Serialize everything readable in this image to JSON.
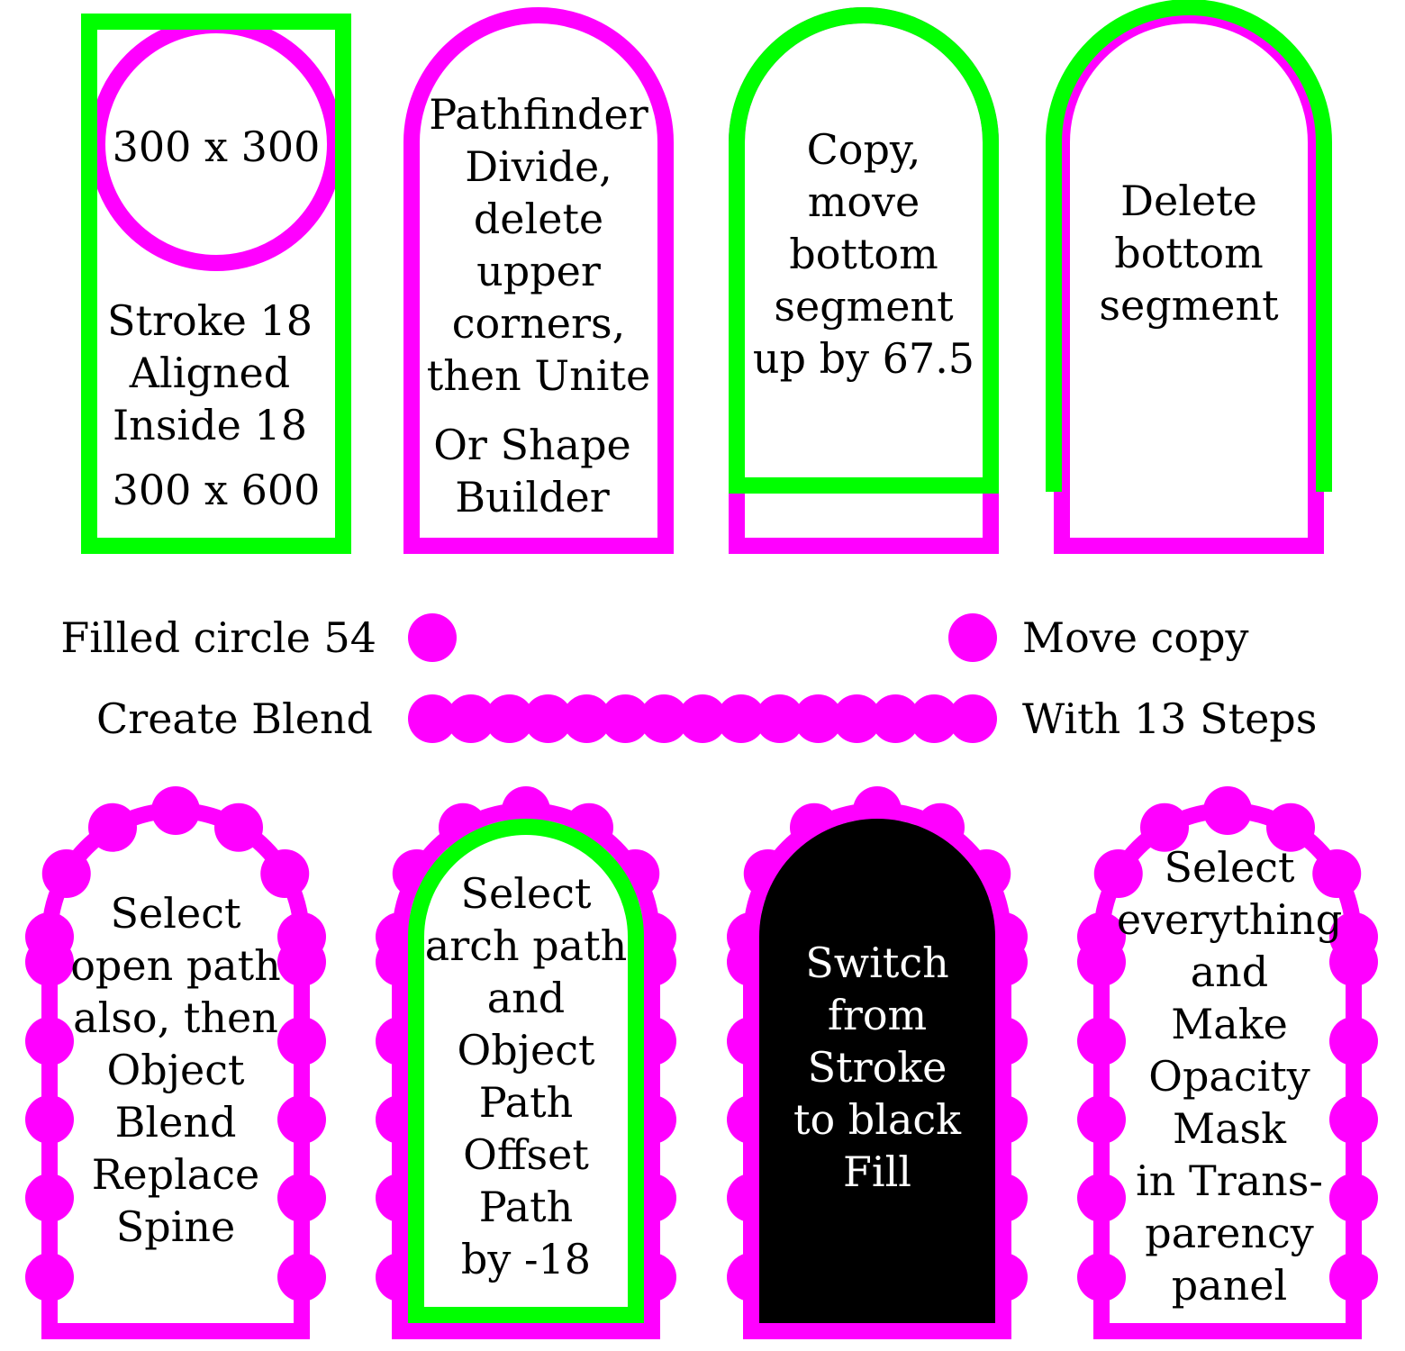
{
  "colors": {
    "magenta": "#ff00ff",
    "green": "#00ff00",
    "black": "#000000",
    "white": "#ffffff"
  },
  "top_row": {
    "step1": {
      "circle_label": "300 x 300",
      "stroke_label": "Stroke 18\nAligned\nInside 18",
      "rect_label": "300 x 600"
    },
    "step2": {
      "label": "Pathfinder\nDivide,\ndelete\nupper\ncorners,\nthen Unite",
      "alt_label": "Or Shape\nBuilder"
    },
    "step3": {
      "label": "Copy,\nmove\nbottom\nsegment\nup by 67.5"
    },
    "step4": {
      "label": "Delete\nbottom\nsegment"
    }
  },
  "middle_row": {
    "filled_circle_label": "Filled circle 54",
    "move_copy_label": "Move copy",
    "create_blend_label": "Create Blend",
    "steps_label": "With 13 Steps",
    "blend_steps": 13
  },
  "bottom_row": {
    "step5": {
      "label": "Select\nopen path\nalso, then\nObject\nBlend\nReplace\nSpine"
    },
    "step6": {
      "label": "Select\narch path\nand\nObject\nPath\nOffset\nPath\nby -18"
    },
    "step7": {
      "label": "Switch\nfrom\nStroke\nto black\nFill"
    },
    "step8": {
      "label": "Select\neverything\nand\nMake\nOpacity\nMask\nin Trans-\nparency\npanel"
    }
  }
}
